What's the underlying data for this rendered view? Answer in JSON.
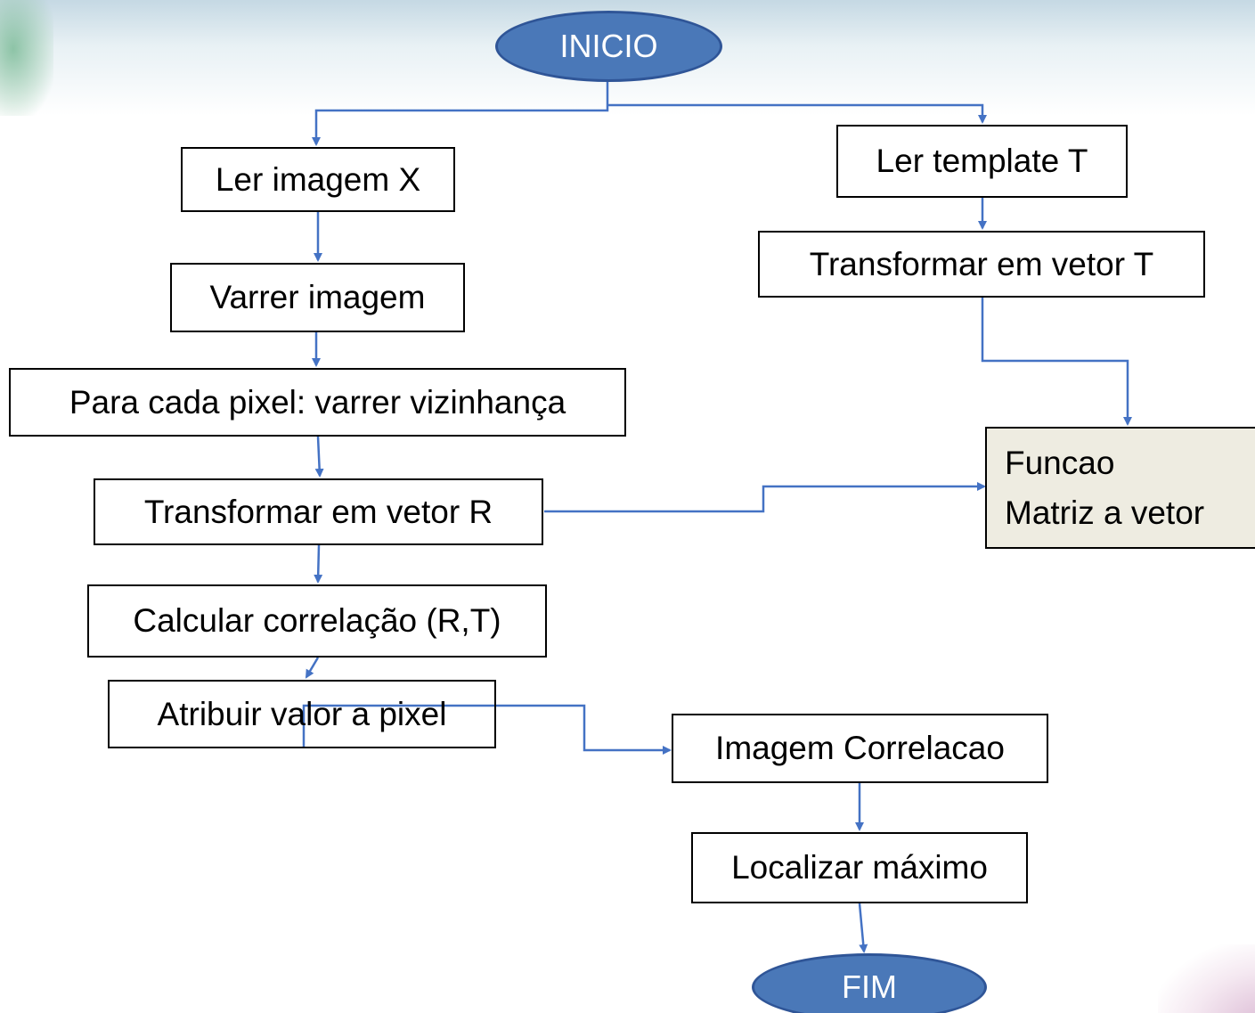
{
  "nodes": {
    "start": "INICIO",
    "read_image": "Ler imagem X",
    "scan_image": "Varrer imagem",
    "scan_neighborhood": "Para cada pixel: varrer vizinhança",
    "vector_r": "Transformar em vetor R",
    "correlation": "Calcular correlação (R,T)",
    "assign_value": "Atribuir valor a pixel",
    "read_template": "Ler template T",
    "vector_t": "Transformar em vetor T",
    "function_line1": "Funcao",
    "function_line2": "Matriz a vetor",
    "correlation_image": "Imagem Correlacao",
    "locate_max": "Localizar máximo",
    "end": "FIM"
  },
  "colors": {
    "connector": "#4472c4",
    "terminal_fill": "#4a78b8",
    "terminal_border": "#2f5597",
    "function_fill": "#eeece1"
  }
}
